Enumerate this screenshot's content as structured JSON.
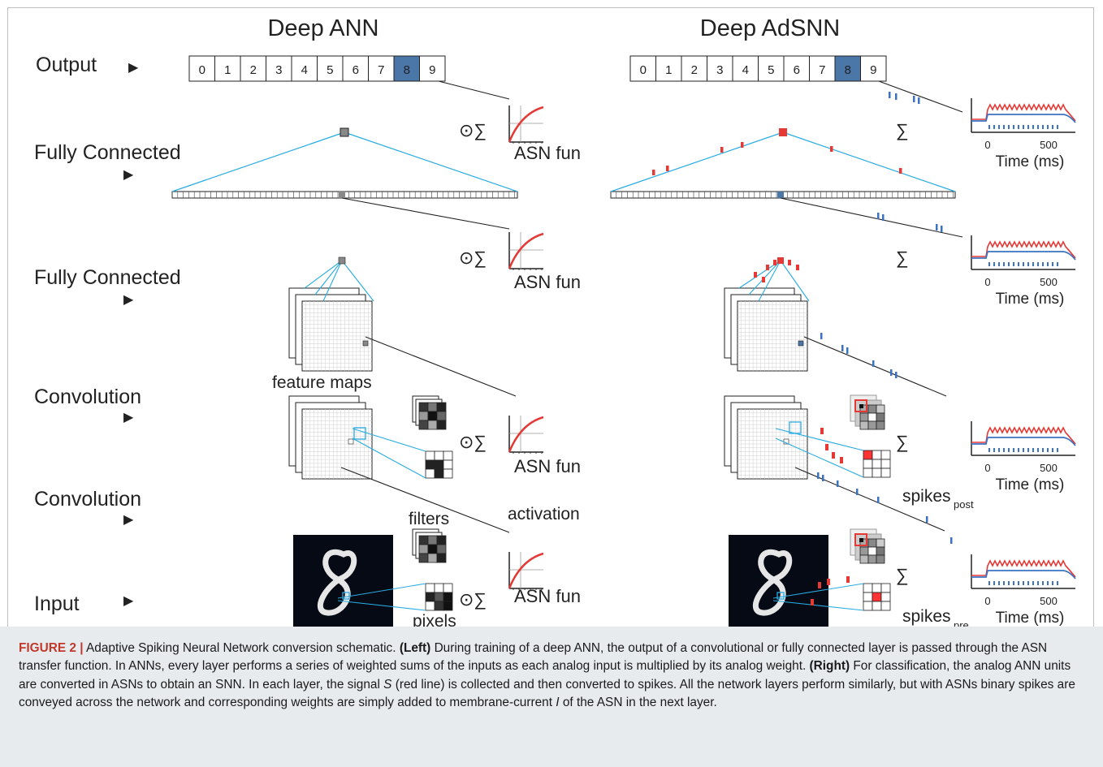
{
  "figure": {
    "left_title": "Deep ANN",
    "right_title": "Deep AdSNN",
    "row_labels": [
      "Output",
      "Fully Connected",
      "Fully Connected",
      "Convolution",
      "Convolution",
      "Input"
    ],
    "arrow_glyph": "▶",
    "digits": [
      "0",
      "1",
      "2",
      "3",
      "4",
      "5",
      "6",
      "7",
      "8",
      "9"
    ],
    "selected_digit": "8",
    "op_ann": "⊙∑",
    "op_snn": "∑",
    "asn_fun": "ASN fun",
    "feature_maps": "feature maps",
    "filters": "filters",
    "pixels": "pixels",
    "activation": "activation",
    "spikes": "spikes",
    "post_sub": "post",
    "pre_sub": "pre",
    "time_label": "Time (ms)",
    "tick_0": "0",
    "tick_500": "500",
    "colors": {
      "selected": "#4a76a8",
      "cyan": "#29abe2",
      "red": "#e53935",
      "blue": "#3b73c2"
    }
  },
  "caption": {
    "label": "FIGURE 2 |",
    "title": "Adaptive Spiking Neural Network conversion schematic.",
    "left_tag": "(Left)",
    "left_text": "During training of a deep ANN, the output of a convolutional or fully connected layer is passed through the ASN transfer function. In ANNs, every layer performs a series of weighted sums of the inputs as each analog input is multiplied by its analog weight.",
    "right_tag": "(Right)",
    "right_text_1": "For classification, the analog ANN units are converted in ASNs to obtain an SNN. In each layer, the signal",
    "signal_symbol": "S",
    "right_text_2": "(red line) is collected and then converted to spikes. All the network layers perform similarly, but with ASNs binary spikes are conveyed across the network and corresponding weights are simply added to membrane-current",
    "current_symbol": "I",
    "right_text_3": "of the ASN in the next layer."
  }
}
